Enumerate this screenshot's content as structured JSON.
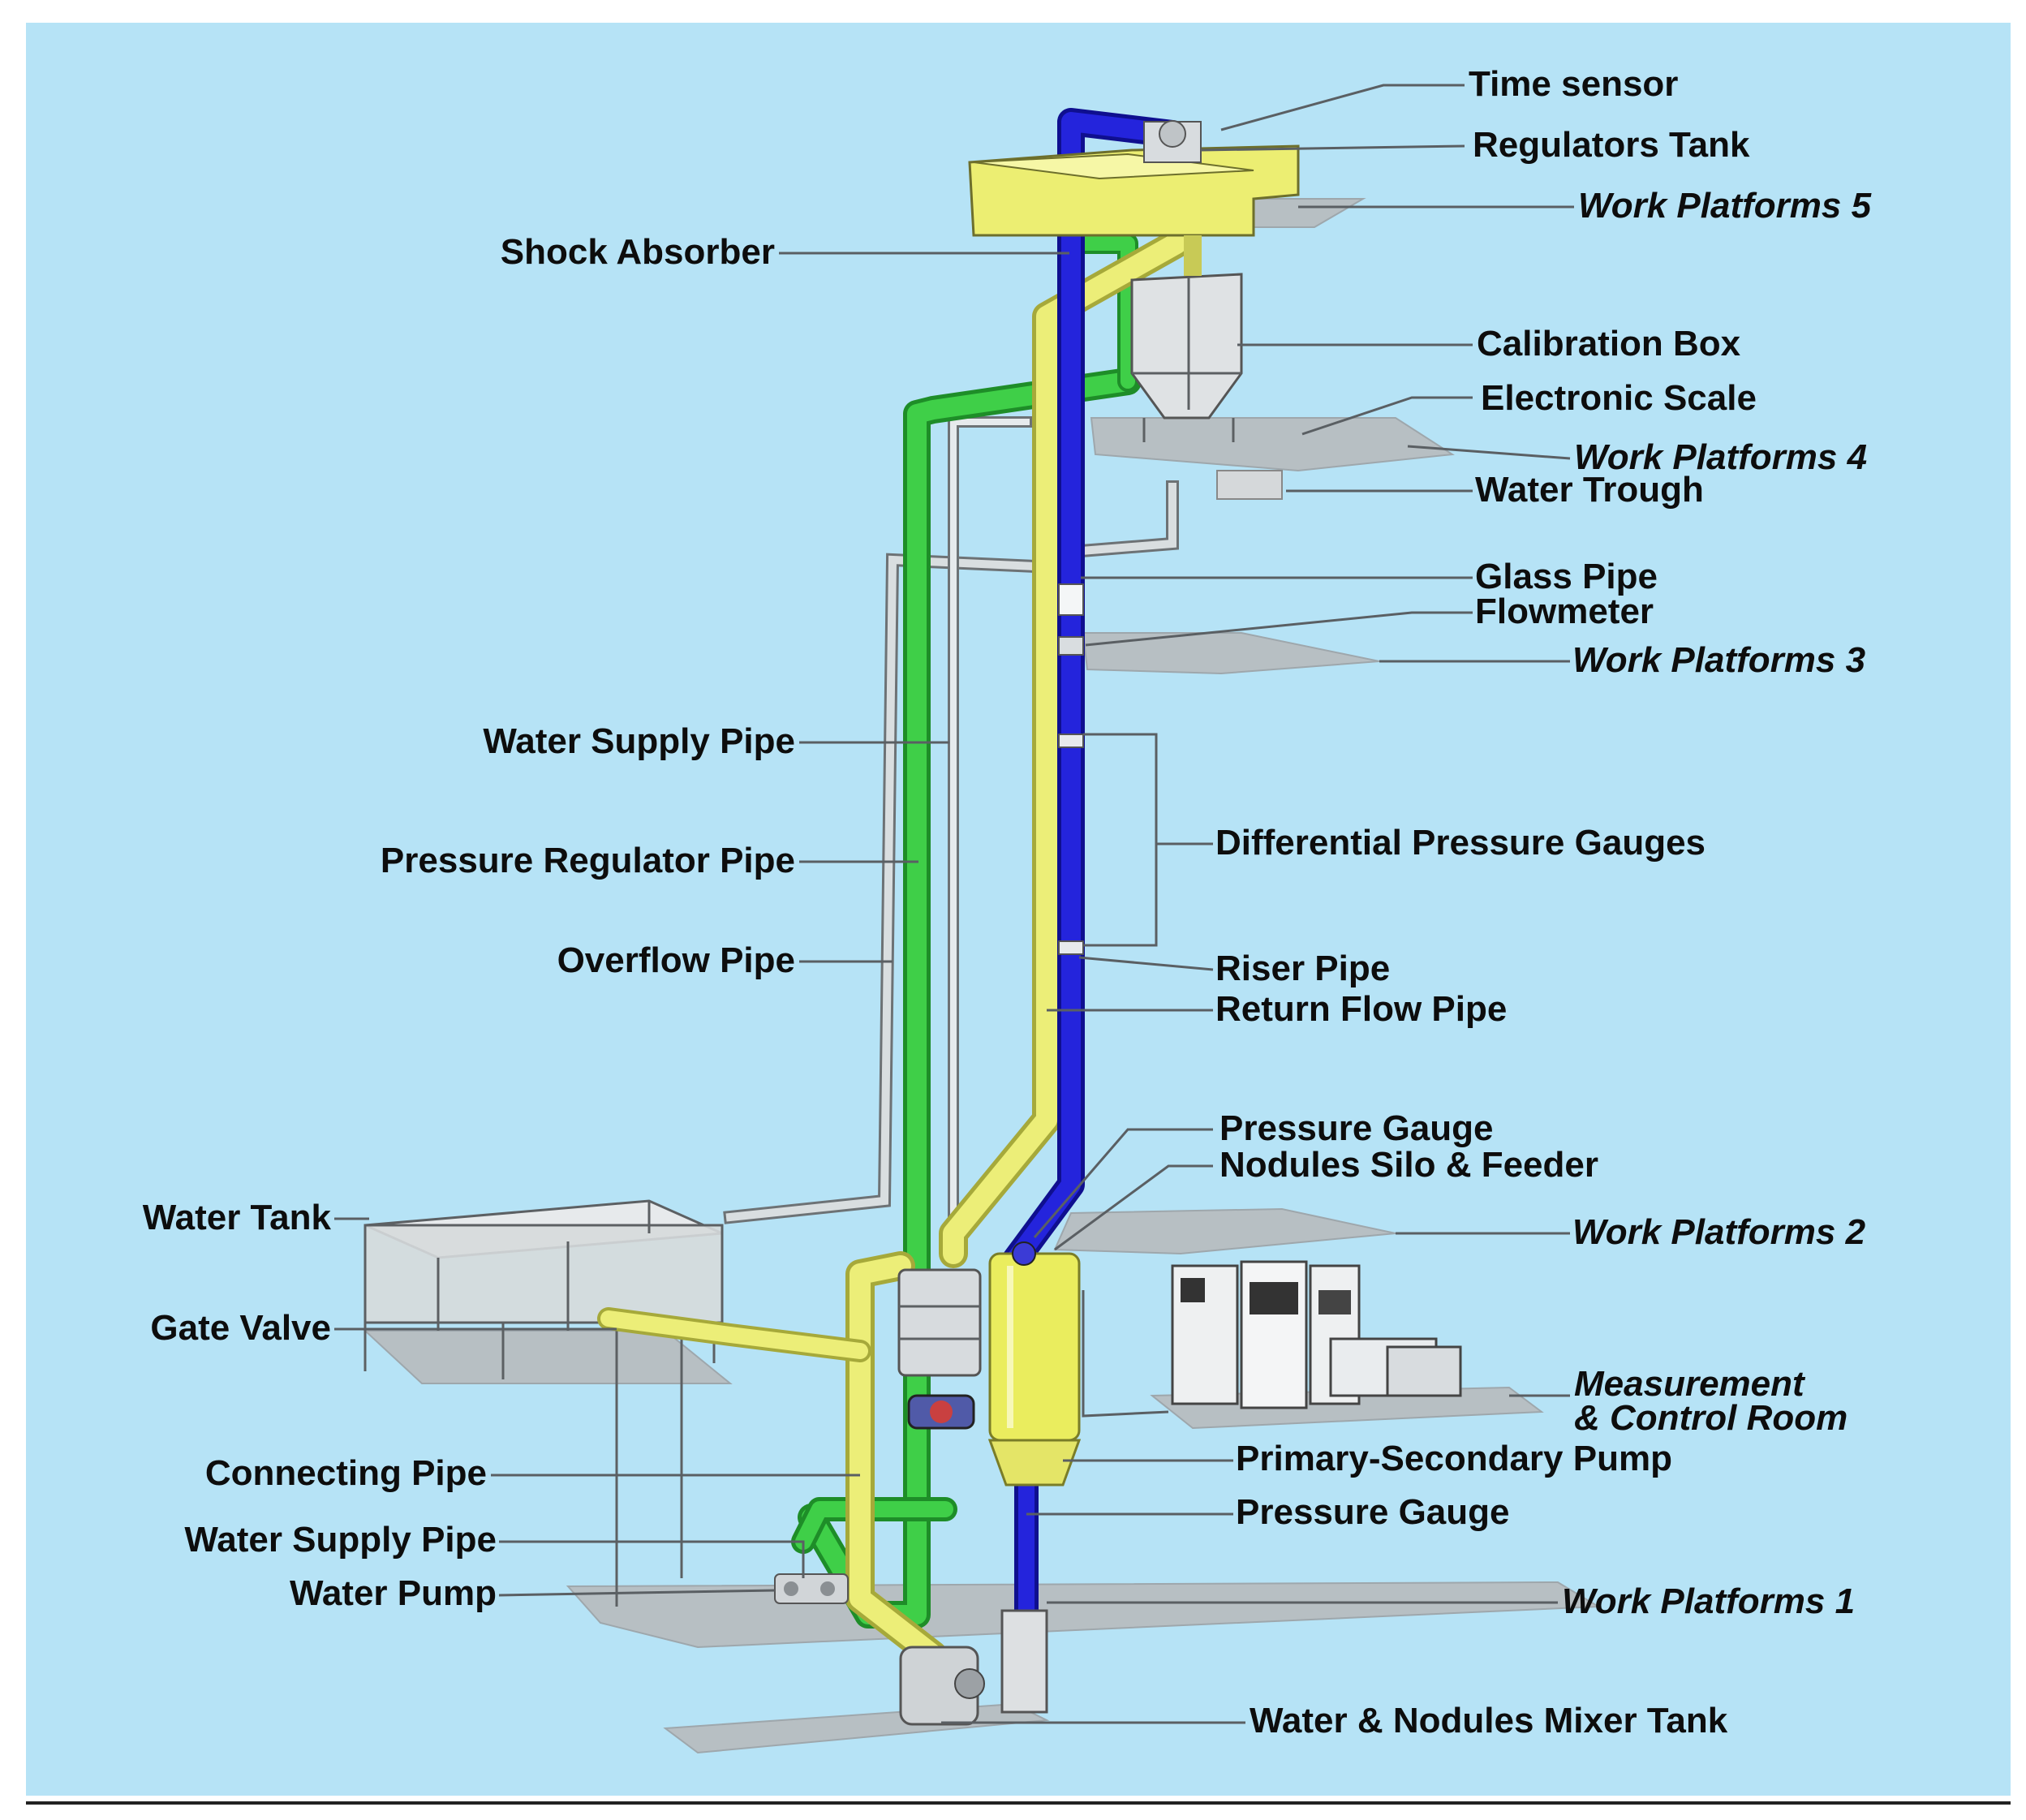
{
  "colors": {
    "background": "#b6e3f6",
    "riser_pipe": "#1f1fd2",
    "return_pipe": "#e5e86a",
    "water_supply_pipe": "#35c23d",
    "overflow_pipe": "#cdd3d6",
    "tank_yellow": "#f2f27c",
    "platform": "#b8bcbf"
  },
  "labels": {
    "time_sensor": "Time sensor",
    "regulators_tank": "Regulators Tank",
    "work_platforms_5": "Work Platforms 5",
    "shock_absorber": "Shock Absorber",
    "calibration_box": "Calibration Box",
    "electronic_scale": "Electronic Scale",
    "work_platforms_4": "Work Platforms 4",
    "water_trough": "Water Trough",
    "glass_pipe": "Glass Pipe",
    "flowmeter": "Flowmeter",
    "work_platforms_3": "Work Platforms 3",
    "water_supply_pipe_upper": "Water Supply Pipe",
    "pressure_regulator_pipe": "Pressure Regulator Pipe",
    "differential_pressure_gauges": "Differential Pressure Gauges",
    "overflow_pipe": "Overflow Pipe",
    "riser_pipe": "Riser Pipe",
    "return_flow_pipe": "Return Flow Pipe",
    "pressure_gauge_upper": "Pressure Gauge",
    "nodules_silo_feeder": "Nodules Silo & Feeder",
    "water_tank": "Water Tank",
    "work_platforms_2": "Work Platforms 2",
    "gate_valve": "Gate Valve",
    "measurement_line1": "Measurement",
    "measurement_line2": "& Control  Room",
    "connecting_pipe": "Connecting Pipe",
    "primary_secondary_pump": "Primary-Secondary Pump",
    "pressure_gauge_lower": "Pressure Gauge",
    "water_supply_pipe_lower": "Water Supply Pipe",
    "water_pump": "Water Pump",
    "work_platforms_1": "Work Platforms 1",
    "mixer_tank": "Water & Nodules Mixer Tank"
  }
}
